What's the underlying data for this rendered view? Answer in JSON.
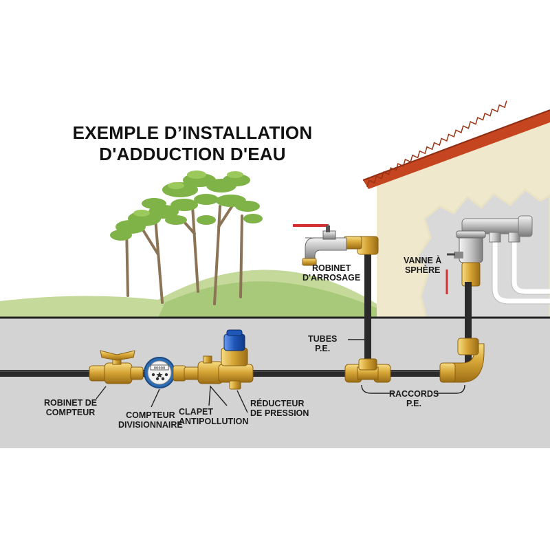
{
  "title": {
    "line1": "EXEMPLE D’INSTALLATION",
    "line2": "D'ADDUCTION D'EAU"
  },
  "labels": {
    "robinet_arrosage": [
      "ROBINET",
      "D'ARROSAGE"
    ],
    "vanne_sphere": [
      "VANNE À",
      "SPHÈRE"
    ],
    "tubes_pe": [
      "TUBES",
      "P.E."
    ],
    "robinet_compteur": [
      "ROBINET DE",
      "COMPTEUR"
    ],
    "compteur_divisionnaire": [
      "COMPTEUR",
      "DIVISIONNAIRE"
    ],
    "clapet_antipollution": [
      "CLAPET",
      "ANTIPOLLUTION"
    ],
    "reducteur_pression": [
      "RÉDUCTEUR",
      "DE PRESSION"
    ],
    "raccords_pe": [
      "RACCORDS",
      "P.E."
    ]
  },
  "meter_display": "00000",
  "colors": {
    "ground": "#d3d3d3",
    "grass": "#c4d99a",
    "wall": "#efe8cc",
    "roof": "#c4451f",
    "pipe": "#2a2a2a",
    "brass": "#d7a637",
    "valve_handle": "#d32f2f",
    "reducer_cap": "#1f56b8"
  }
}
